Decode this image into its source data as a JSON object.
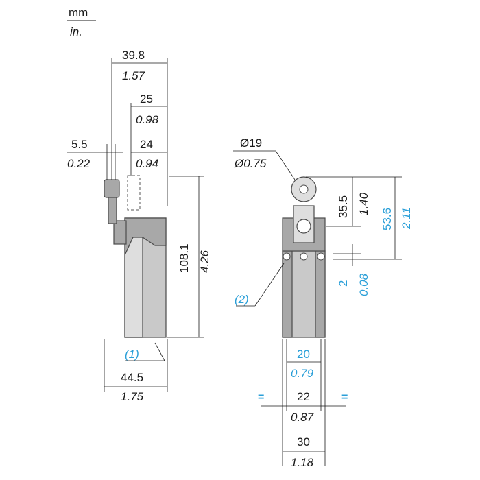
{
  "units": {
    "top": "mm",
    "bottom": "in."
  },
  "side_view": {
    "overall_width": {
      "mm": "39.8",
      "in": "1.57"
    },
    "lever_offset": {
      "mm": "25",
      "in": "0.98"
    },
    "roller_width": {
      "mm": "24",
      "in": "0.94"
    },
    "roller_gap": {
      "mm": "5.5",
      "in": "0.22"
    },
    "height": {
      "mm": "108.1",
      "in": "4.26"
    },
    "base_width": {
      "mm": "44.5",
      "in": "1.75"
    },
    "callout_1": "(1)"
  },
  "front_view": {
    "roller_diameter": {
      "mm": "Ø19",
      "in": "Ø0.75"
    },
    "roller_height": {
      "mm": "35.5",
      "in": "1.40"
    },
    "head_height": {
      "mm": "53.6",
      "in": "2.11"
    },
    "travel": {
      "mm": "2",
      "in": "0.08"
    },
    "width_20": {
      "mm": "20",
      "in": "0.79"
    },
    "width_22": {
      "mm": "22",
      "in": "0.87"
    },
    "width_30": {
      "mm": "30",
      "in": "1.18"
    },
    "equal_mark": "=",
    "callout_2": "(2)"
  },
  "colors": {
    "blue_dims": "#2a9fd8",
    "body_fill": "#c9c9c9"
  }
}
